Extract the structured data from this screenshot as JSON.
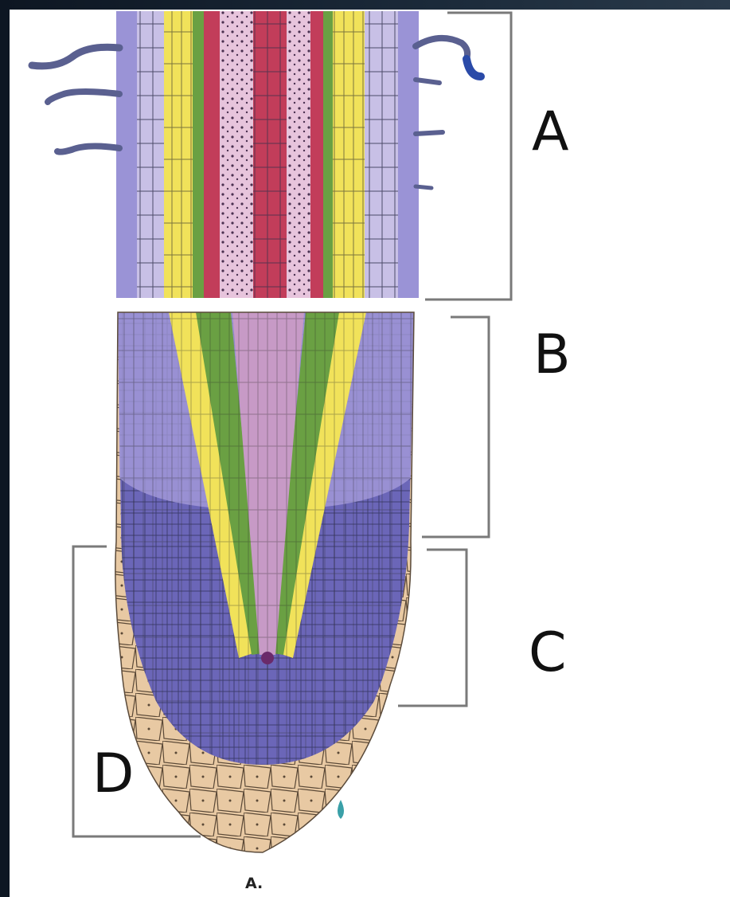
{
  "labels": {
    "a": "A",
    "b": "B",
    "c": "C",
    "d": "D"
  },
  "caption": "A.",
  "colors": {
    "epidermis": "#b9b5e3",
    "cortex_violet": "#c8c0e6",
    "endodermis_yellow": "#f1e25a",
    "phloem_green": "#6aa043",
    "xylem_red": "#c23d5a",
    "pith_pink": "#dba6c7",
    "meristem_blue": "#6b66b8",
    "root_cap_tan": "#e8c9a3",
    "bracket": "#7a7a7a"
  }
}
